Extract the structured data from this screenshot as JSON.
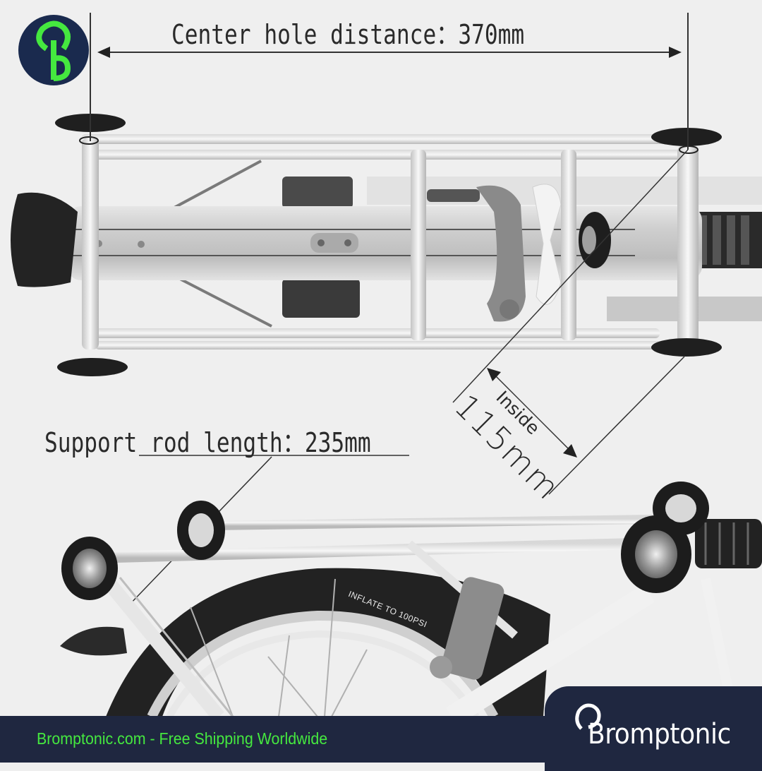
{
  "logo": {
    "icon": "bromptonic-b-logo-icon",
    "badge_color": "#1a2a4e",
    "glyph_color": "#45e83f"
  },
  "annotations": {
    "center_hole": {
      "label": "Center hole distance：370mm",
      "value_mm": 370
    },
    "support_rod": {
      "label": "Support rod length：235mm",
      "value_mm": 235
    },
    "inside_width": {
      "label_top": "Inside",
      "label_value": "115mm",
      "value_mm": 115
    }
  },
  "photo": {
    "top_view": "rear-rack-top-view",
    "side_view": "rear-rack-side-view",
    "tire_text": "INFLATE TO 100PSI"
  },
  "footer": {
    "tagline": "Bromptonic.com - Free Shipping Worldwide",
    "brand": "Bromptonic",
    "background": "#1f2740",
    "tagline_color": "#45e83f",
    "brand_color": "#ffffff"
  }
}
